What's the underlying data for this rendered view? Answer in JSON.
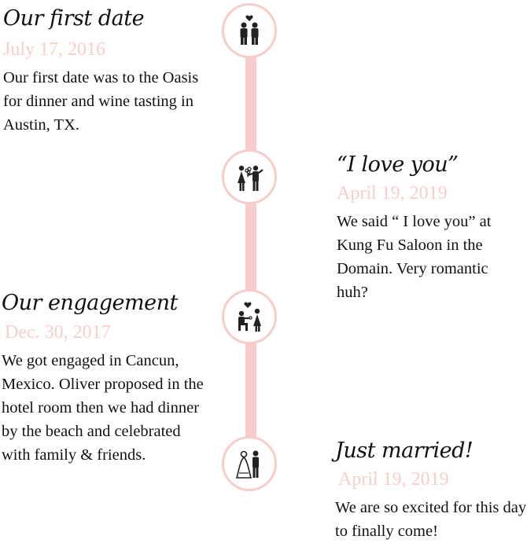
{
  "events": [
    {
      "title": "Our first date",
      "date": "July 17, 2016",
      "description": "Our first date was to the Oasis for dinner and wine tasting in Austin, TX.",
      "icon": "couple-icon"
    },
    {
      "title": "“I love you”",
      "date": "April 19, 2019",
      "description": "We said “ I love you” at Kung Fu Saloon in the Domain. Very romantic huh?",
      "icon": "couple-flowers-icon"
    },
    {
      "title": "Our engagement",
      "date": "Dec. 30, 2017",
      "description": "We got engaged in Cancun, Mexico. Oliver proposed in the hotel room then we had dinner by the beach and celebrated with family & friends.",
      "icon": "proposal-icon"
    },
    {
      "title": "Just married!",
      "date": "April 19, 2019",
      "description": "We are so excited for this day to finally come!",
      "icon": "bride-groom-icon"
    }
  ],
  "colors": {
    "accent": "#f6cdca",
    "date": "#f7cfcc",
    "text": "#111111"
  }
}
